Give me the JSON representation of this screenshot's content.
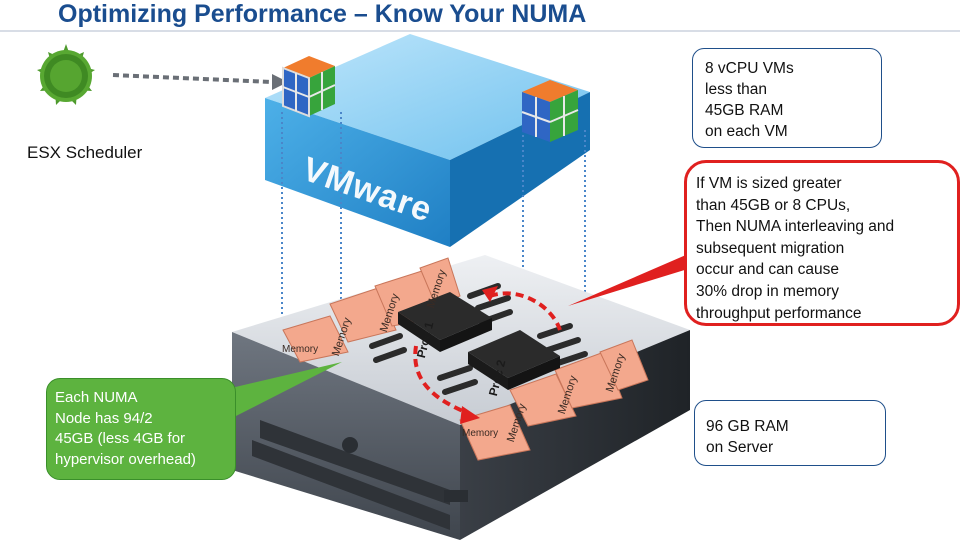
{
  "slide": {
    "title": "Optimizing Performance – Know Your NUMA",
    "scheduler_label": "ESX Scheduler",
    "hypervisor_logo": "VMware",
    "callouts": {
      "vcpu": [
        "8 vCPU VMs",
        "less than",
        "45GB RAM",
        "on each VM"
      ],
      "numa_warning": [
        "If VM is sized greater",
        "than 45GB or 8 CPUs,",
        "Then NUMA interleaving and",
        "subsequent migration",
        "occur and can cause",
        "30% drop in memory",
        "throughput performance"
      ],
      "server_ram": [
        "96 GB RAM",
        "on Server"
      ],
      "numa_node": [
        "Each NUMA",
        "Node has 94/2",
        "45GB (less 4GB for",
        "hypervisor overhead)"
      ]
    },
    "server": {
      "memory_label": "Memory",
      "proc1": "Proc 1",
      "proc2": "Proc 2"
    },
    "colors": {
      "title": "#1a4d8f",
      "warning_border": "#e0201f",
      "node_green": "#5db33f",
      "memory_salmon": "#f3a88d",
      "vmware_blue": "#4aa3dc"
    },
    "icons": [
      "scheduler-gear-icon",
      "vm-cube-icon",
      "vm-cube-icon"
    ]
  }
}
